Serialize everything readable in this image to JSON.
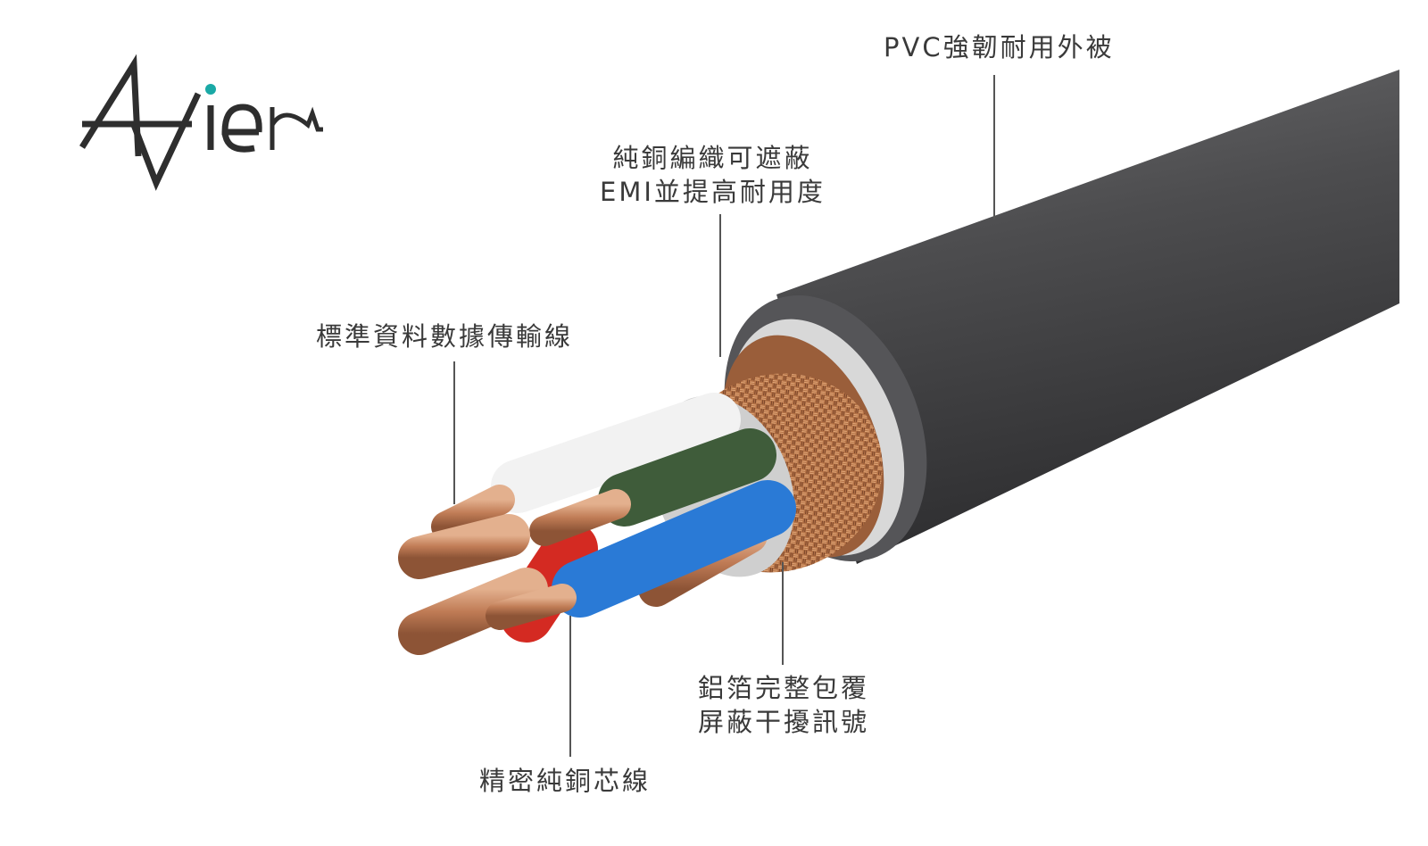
{
  "logo": {
    "text": "Avier",
    "accent_color": "#1aa9a6"
  },
  "labels": {
    "jacket": [
      "PVC強韌耐用外被"
    ],
    "braid": [
      "純銅編織可遮蔽",
      "EMI並提高耐用度"
    ],
    "data_wires": [
      "標準資料數據傳輸線"
    ],
    "foil": [
      "鋁箔完整包覆",
      "屏蔽干擾訊號"
    ],
    "core": [
      "精密純銅芯線"
    ]
  },
  "colors": {
    "jacket": "#4a4a4c",
    "braid": "#b9774a",
    "copper": "#c98a64",
    "white_wire": "#f2f2f2",
    "green_wire": "#3f5c3a",
    "blue_wire": "#2a7ad6",
    "red_wire": "#d42a22"
  }
}
